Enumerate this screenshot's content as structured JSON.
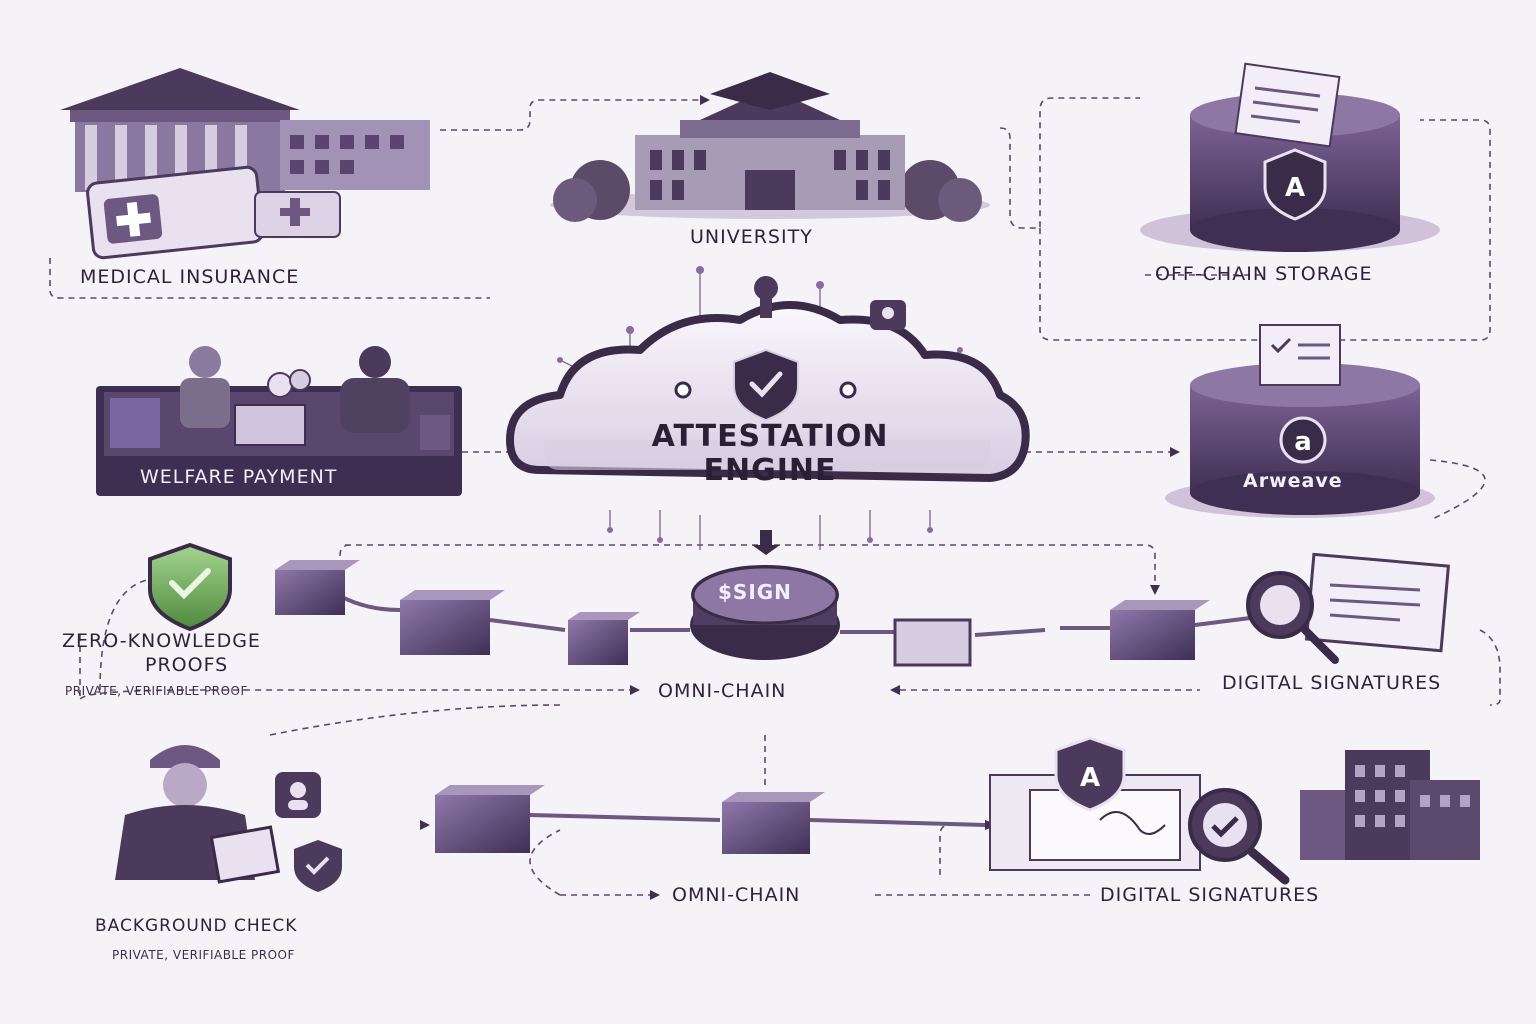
{
  "labels": {
    "medical_insurance": "MEDICAL INSURANCE",
    "university": "UNIVERSITY",
    "off_chain_storage": "OFF-CHAIN STORAGE",
    "welfare_payment": "WELFARE PAYMENT",
    "engine_line1": "ATTESTATION",
    "engine_line2": "ENGINE",
    "arweave": "Arweave",
    "sign_token": "$SIGN",
    "zk_line1": "ZERO-KNOWLEDGE",
    "zk_line2": "PROOFS",
    "zk_sub": "PRIVATE, VERIFIABLE PROOF",
    "omni_chain_1": "OMNI-CHAIN",
    "digital_signatures_1": "DIGITAL SIGNATURES",
    "background_check": "BACKGROUND CHECK",
    "bg_sub": "PRIVATE, VERIFIABLE PROOF",
    "omni_chain_2": "OMNI-CHAIN",
    "digital_signatures_2": "DIGITAL SIGNATURES"
  },
  "icons": {
    "arweave_top": "A",
    "arweave_mid": "a",
    "shield_doc": "A"
  },
  "colors": {
    "primary": "#5b4470",
    "dark": "#2e2338",
    "light": "#d9cde3",
    "accent": "#8a6aa6",
    "green": "#6fae5a"
  }
}
